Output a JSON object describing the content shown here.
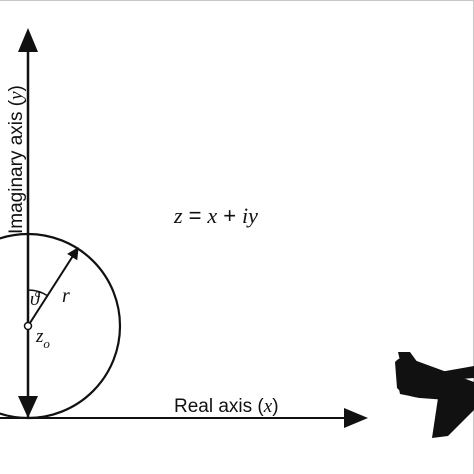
{
  "diagram": {
    "equation": {
      "z": "z",
      "eq": "=",
      "x": "x",
      "plus": "+",
      "iy": "iy"
    },
    "y_axis": {
      "label_text": "Imaginary axis (",
      "label_var": "y",
      "label_close": ")"
    },
    "x_axis": {
      "label_text": "Real axis (",
      "label_var": "x",
      "label_close": ")"
    },
    "angle_label": "ϑ",
    "radius_label": "r",
    "center_label": "z",
    "center_subscript": "o",
    "icon": "airplane-silhouette-icon",
    "colors": {
      "ink": "#111111",
      "background": "#ffffff"
    }
  }
}
